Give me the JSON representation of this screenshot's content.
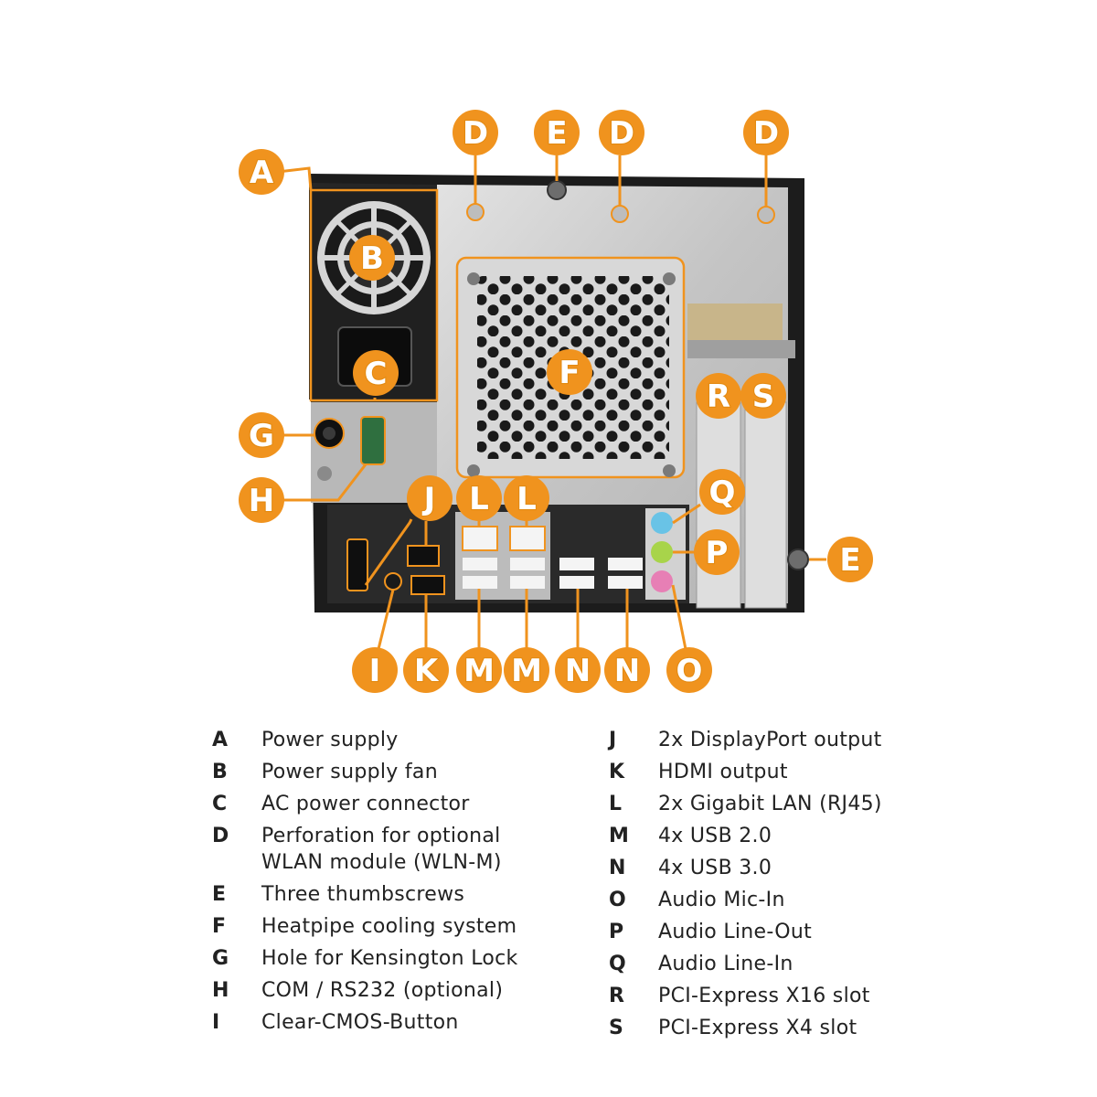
{
  "colors": {
    "accent": "#f0931e",
    "chassis": "#1c1c1c",
    "panel": "#c9c9c9",
    "io_shield": "#2a2a2a",
    "audio_blue": "#69c3e6",
    "audio_green": "#a8d44a",
    "audio_pink": "#e77fb5"
  },
  "callouts": {
    "A": "A",
    "B": "B",
    "C": "C",
    "D": "D",
    "E": "E",
    "F": "F",
    "G": "G",
    "H": "H",
    "I": "I",
    "J": "J",
    "K": "K",
    "L": "L",
    "M": "M",
    "N": "N",
    "O": "O",
    "P": "P",
    "Q": "Q",
    "R": "R",
    "S": "S"
  },
  "legend": {
    "left": [
      {
        "key": "A",
        "text": "Power supply"
      },
      {
        "key": "B",
        "text": "Power supply fan"
      },
      {
        "key": "C",
        "text": "AC power connector"
      },
      {
        "key": "D",
        "text": "Perforation for optional\nWLAN module (WLN-M)"
      },
      {
        "key": "E",
        "text": "Three thumbscrews"
      },
      {
        "key": "F",
        "text": "Heatpipe cooling system"
      },
      {
        "key": "G",
        "text": "Hole for Kensington Lock"
      },
      {
        "key": "H",
        "text": "COM / RS232 (optional)"
      },
      {
        "key": "I",
        "text": "Clear-CMOS-Button"
      }
    ],
    "right": [
      {
        "key": "J",
        "text": "2x DisplayPort output"
      },
      {
        "key": "K",
        "text": "HDMI output"
      },
      {
        "key": "L",
        "text": "2x Gigabit LAN (RJ45)"
      },
      {
        "key": "M",
        "text": "4x USB 2.0"
      },
      {
        "key": "N",
        "text": "4x USB 3.0"
      },
      {
        "key": "O",
        "text": "Audio Mic-In"
      },
      {
        "key": "P",
        "text": "Audio Line-Out"
      },
      {
        "key": "Q",
        "text": "Audio Line-In"
      },
      {
        "key": "R",
        "text": "PCI-Express X16 slot"
      },
      {
        "key": "S",
        "text": "PCI-Express X4 slot"
      }
    ]
  }
}
